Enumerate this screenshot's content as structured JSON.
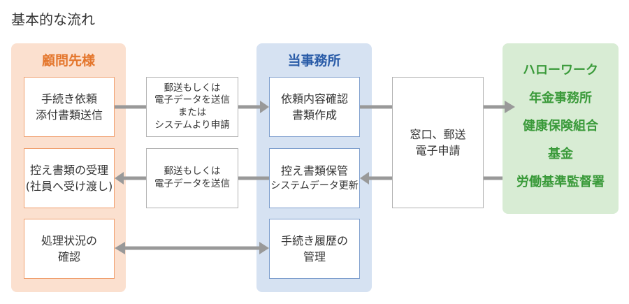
{
  "title": "基本的な流れ",
  "client": {
    "header": "顧問先様",
    "boxes": [
      {
        "lines": [
          "手続き依頼",
          "添付書類送信"
        ]
      },
      {
        "lines": [
          "控え書類の受理",
          "(社員へ受け渡し)"
        ]
      },
      {
        "lines": [
          "処理状況の",
          "確認"
        ]
      }
    ]
  },
  "notes": [
    {
      "lines": [
        "郵送もしくは",
        "電子データを送信",
        "または",
        "システムより申請"
      ]
    },
    {
      "lines": [
        "郵送もしくは",
        "電子データを送信"
      ]
    }
  ],
  "office": {
    "header": "当事務所",
    "boxes": [
      {
        "lines": [
          "依頼内容確認",
          "書類作成"
        ]
      },
      {
        "lines": [
          "控え書類保管",
          "システムデータ更新"
        ]
      },
      {
        "lines": [
          "手続き履歴の",
          "管理"
        ]
      }
    ]
  },
  "window": {
    "lines": [
      "窓口、郵送",
      "電子申請"
    ]
  },
  "agencies": [
    "ハローワーク",
    "年金事務所",
    "健康保険組合",
    "基金",
    "労働基準監督署"
  ],
  "colors": {
    "client_bg": "#fbe0cf",
    "client_border": "#f0a070",
    "client_text": "#e4762c",
    "office_bg": "#d6e2f2",
    "office_border": "#7f9fce",
    "office_text": "#2a5ca8",
    "agency_bg": "#d8ecd4",
    "agency_text": "#3a9a3a",
    "arrow": "#999999"
  }
}
